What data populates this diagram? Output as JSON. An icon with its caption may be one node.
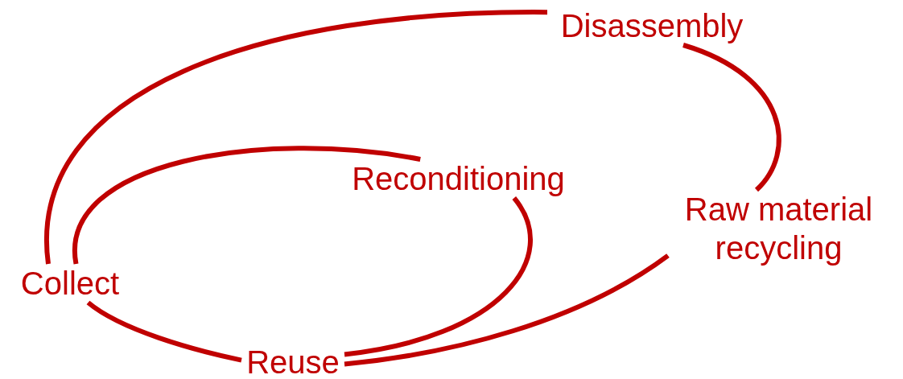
{
  "diagram": {
    "nodes": [
      {
        "text": [
          "Disassembly"
        ]
      },
      {
        "text": [
          "Reconditioning"
        ]
      },
      {
        "text": [
          "Raw material recycling"
        ]
      },
      {
        "text": [
          "Collect"
        ]
      },
      {
        "text": [
          "Reuse"
        ]
      }
    ],
    "edges": [
      {
        "from": 3,
        "to": 0,
        "arrow": "none"
      },
      {
        "from": 0,
        "to": 2,
        "arrow": "none"
      },
      {
        "from": 2,
        "to": 4,
        "arrow": "none"
      },
      {
        "from": 3,
        "to": 1,
        "arrow": "none"
      },
      {
        "from": 1,
        "to": 4,
        "arrow": "none"
      },
      {
        "from": 3,
        "to": 4,
        "arrow": "none"
      }
    ]
  }
}
